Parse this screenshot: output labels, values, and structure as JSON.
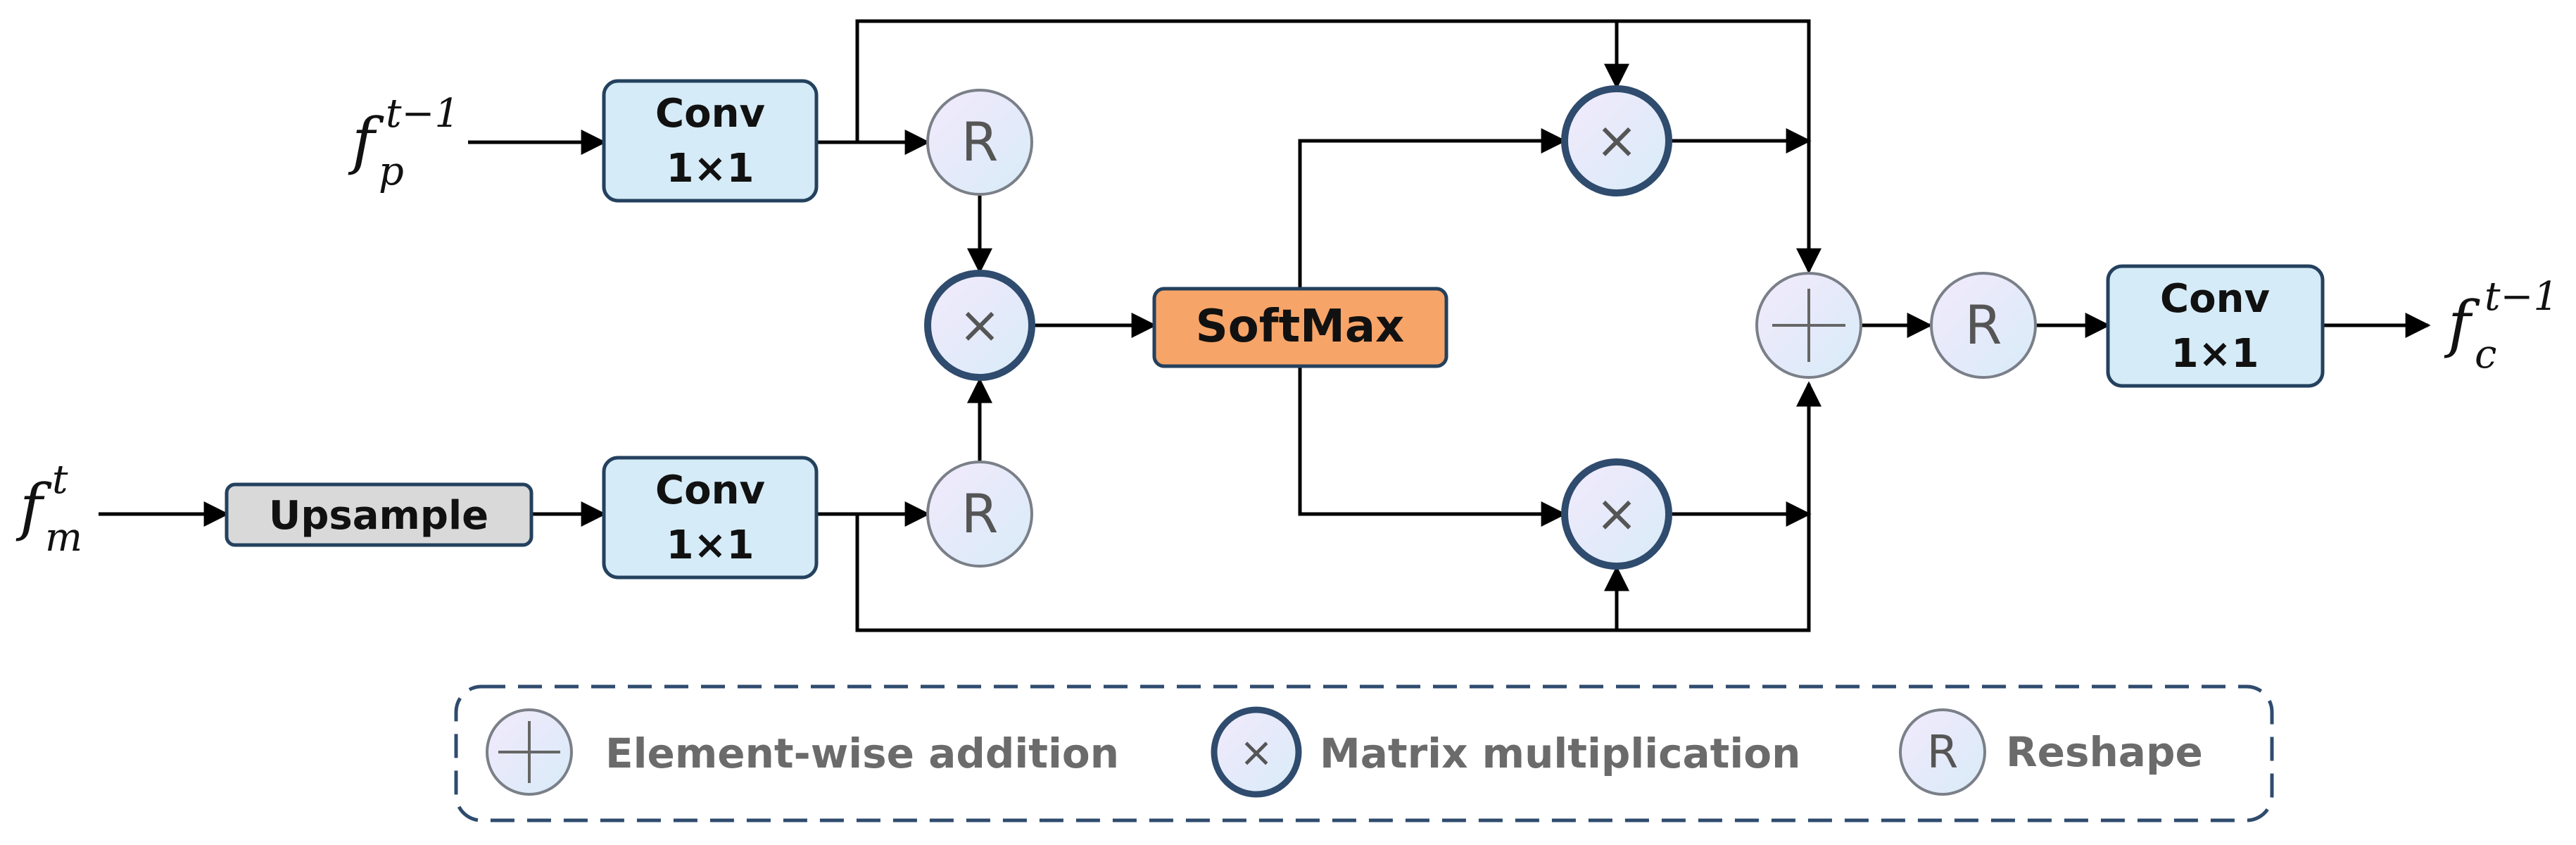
{
  "inputs": {
    "fp": {
      "base": "f",
      "sub": "p",
      "sup": "t−1"
    },
    "fm": {
      "base": "f",
      "sub": "m",
      "sup": "t"
    }
  },
  "output": {
    "base": "f",
    "sub": "c",
    "sup": "t−1"
  },
  "blocks": {
    "conv_top": {
      "line1": "Conv",
      "line2": "1×1"
    },
    "conv_bottom": {
      "line1": "Conv",
      "line2": "1×1"
    },
    "conv_out": {
      "line1": "Conv",
      "line2": "1×1"
    },
    "upsample": "Upsample",
    "softmax": "SoftMax"
  },
  "symbols": {
    "reshape": "R",
    "multiply": "×"
  },
  "legend": {
    "addition": "Element-wise addition",
    "multiplication": "Matrix multiplication",
    "reshape": "Reshape"
  },
  "colors": {
    "conv_fill": "#d5ebf7",
    "conv_stroke": "#24415e",
    "upsample_fill": "#d9d9d9",
    "softmax_fill": "#f7a468",
    "circle_fill_start": "#f1e9fb",
    "circle_fill_end": "#dcecf8",
    "legend_border": "#2f4b6e"
  }
}
